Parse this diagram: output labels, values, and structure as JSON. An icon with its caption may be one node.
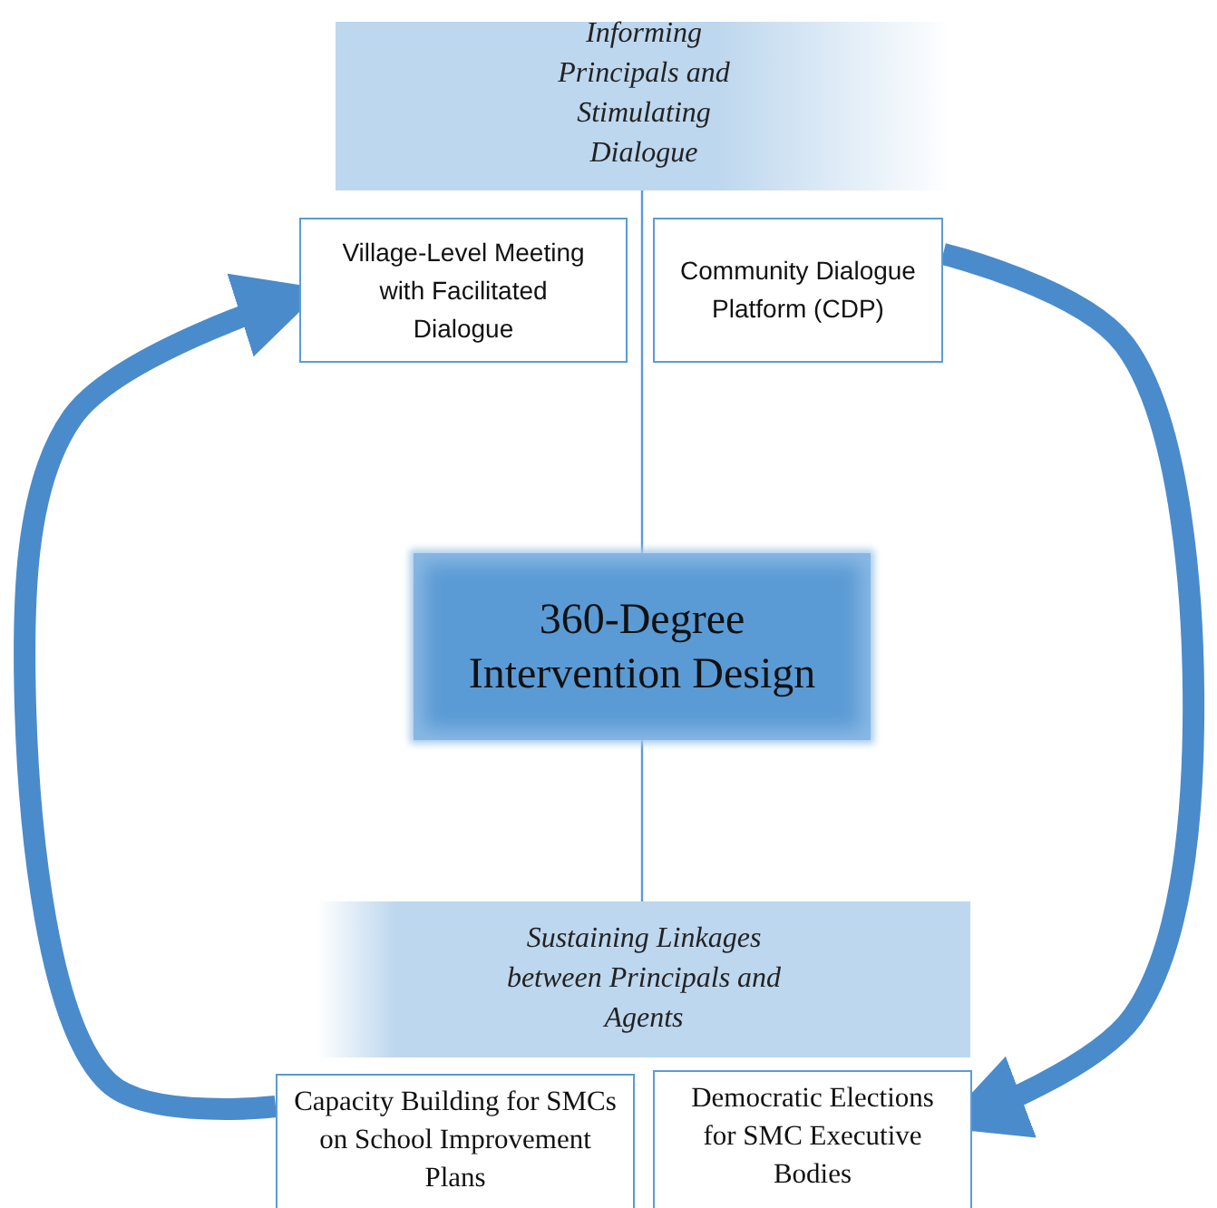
{
  "diagram": {
    "nodes": [
      {
        "text": [
          "Informing Principals and Stimulating Dialogue"
        ]
      },
      {
        "text": [
          "Village-Level Meeting with Facilitated Dialogue"
        ]
      },
      {
        "text": [
          "Community Dialogue Platform (CDP)"
        ]
      },
      {
        "text": [
          "360-Degree Intervention Design"
        ]
      },
      {
        "text": [
          "Sustaining Linkages between Principals and Agents"
        ]
      },
      {
        "text": [
          "Capacity Building for SMCs on School Improvement Plans"
        ]
      },
      {
        "text": [
          "Democratic Elections for SMC Executive Bodies"
        ]
      }
    ],
    "edges": [
      {
        "from": 3,
        "to": 0,
        "arrow": "none"
      },
      {
        "from": 3,
        "to": 4,
        "arrow": "none"
      },
      {
        "from": 5,
        "to": 1,
        "arrow": "to",
        "style": "thick"
      },
      {
        "from": 2,
        "to": 6,
        "arrow": "to",
        "style": "thick"
      }
    ]
  }
}
